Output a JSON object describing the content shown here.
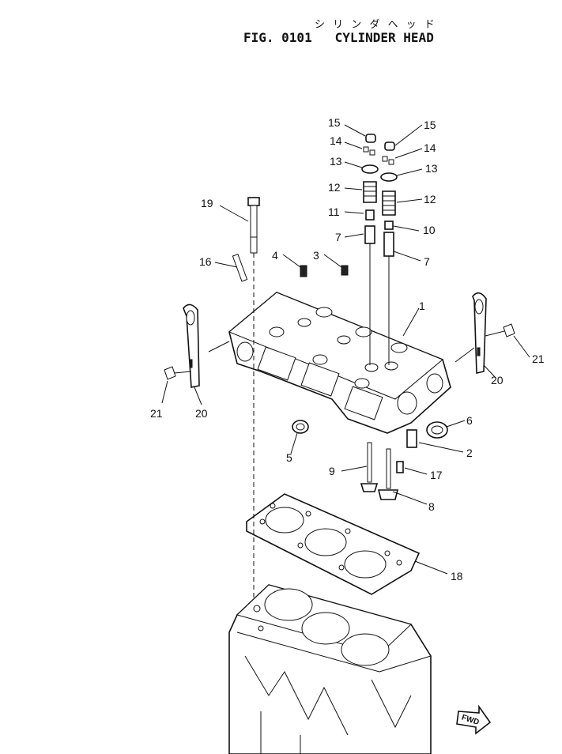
{
  "figure": {
    "kana_title": "シ リ ン ダ ヘ ッ ド",
    "title": "FIG. 0101   CYLINDER HEAD"
  },
  "callouts": [
    {
      "id": "c15a",
      "text": "15"
    },
    {
      "id": "c15b",
      "text": "15"
    },
    {
      "id": "c14a",
      "text": "14"
    },
    {
      "id": "c14b",
      "text": "14"
    },
    {
      "id": "c13a",
      "text": "13"
    },
    {
      "id": "c13b",
      "text": "13"
    },
    {
      "id": "c12a",
      "text": "12"
    },
    {
      "id": "c12b",
      "text": "12"
    },
    {
      "id": "c11",
      "text": "11"
    },
    {
      "id": "c10",
      "text": "10"
    },
    {
      "id": "c7a",
      "text": "7"
    },
    {
      "id": "c7b",
      "text": "7"
    },
    {
      "id": "c19",
      "text": "19"
    },
    {
      "id": "c16",
      "text": "16"
    },
    {
      "id": "c4",
      "text": "4"
    },
    {
      "id": "c3",
      "text": "3"
    },
    {
      "id": "c1",
      "text": "1"
    },
    {
      "id": "c21a",
      "text": "21"
    },
    {
      "id": "c20a",
      "text": "20"
    },
    {
      "id": "c21b",
      "text": "21"
    },
    {
      "id": "c20b",
      "text": "20"
    },
    {
      "id": "c6",
      "text": "6"
    },
    {
      "id": "c2",
      "text": "2"
    },
    {
      "id": "c5",
      "text": "5"
    },
    {
      "id": "c9",
      "text": "9"
    },
    {
      "id": "c17",
      "text": "17"
    },
    {
      "id": "c8",
      "text": "8"
    },
    {
      "id": "c18",
      "text": "18"
    }
  ],
  "fwd_label": "FWD"
}
